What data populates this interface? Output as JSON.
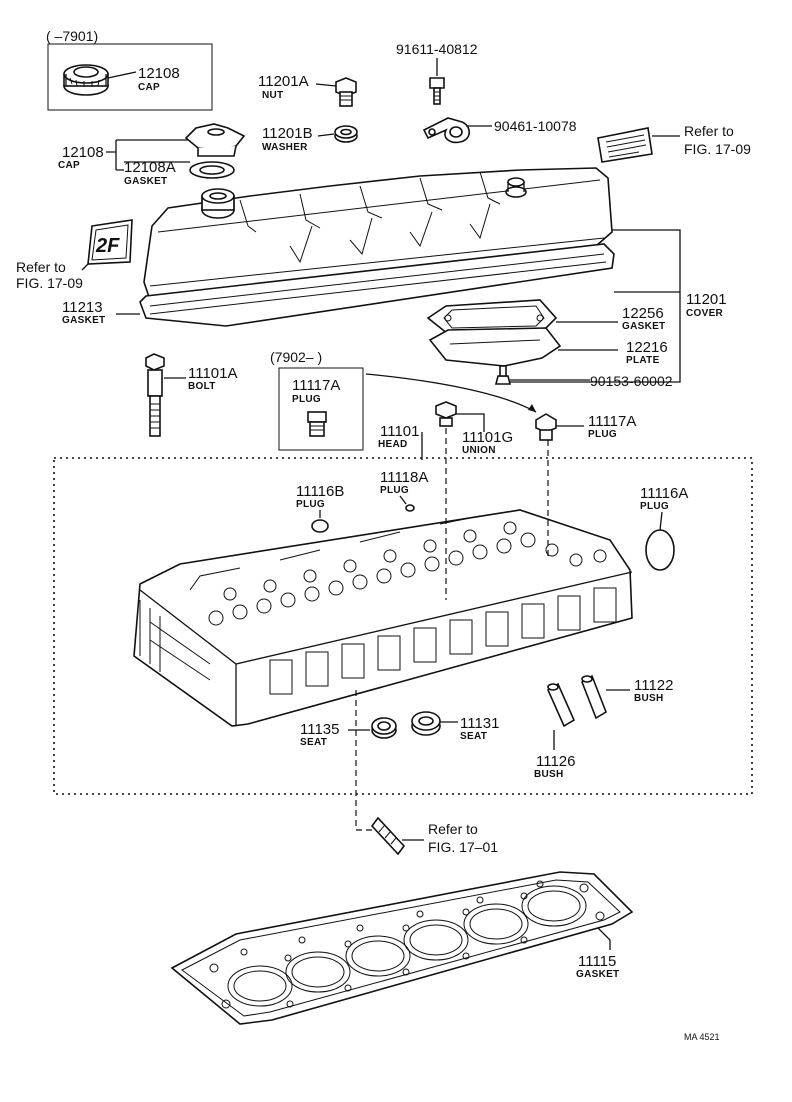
{
  "labels": {
    "range_old": "(      –7901)",
    "range_new": "(7902–      )",
    "p91611": "91611-40812",
    "p90461": "90461-10078",
    "p90153": "90153-60002",
    "p11201A": "11201A",
    "p11201A_sub": "NUT",
    "p11201B": "11201B",
    "p11201B_sub": "WASHER",
    "p12108_box": "12108",
    "p12108_box_sub": "CAP",
    "p12108": "12108",
    "p12108_sub": "CAP",
    "p12108A": "12108A",
    "p12108A_sub": "GASKET",
    "ref_top_1": "Refer to",
    "ref_top_2": "FIG. 17-09",
    "ref_left_1": "Refer to",
    "ref_left_2": "FIG. 17-09",
    "emblem_text": "2F",
    "p11213": "11213",
    "p11213_sub": "GASKET",
    "p11201": "11201",
    "p11201_sub": "COVER",
    "p12256": "12256",
    "p12256_sub": "GASKET",
    "p12216": "12216",
    "p12216_sub": "PLATE",
    "p11101A": "11101A",
    "p11101A_sub": "BOLT",
    "p11117A_box": "11117A",
    "p11117A_box_sub": "PLUG",
    "p11117A": "11117A",
    "p11117A_sub": "PLUG",
    "p11101": "11101",
    "p11101_sub": "HEAD",
    "p11101G": "11101G",
    "p11101G_sub": "UNION",
    "p11118A": "11118A",
    "p11118A_sub": "PLUG",
    "p11116B": "11116B",
    "p11116B_sub": "PLUG",
    "p11116A": "11116A",
    "p11116A_sub": "PLUG",
    "p11122": "11122",
    "p11122_sub": "BUSH",
    "p11126": "11126",
    "p11126_sub": "BUSH",
    "p11131": "11131",
    "p11131_sub": "SEAT",
    "p11135": "11135",
    "p11135_sub": "SEAT",
    "ref_bottom_1": "Refer to",
    "ref_bottom_2": "FIG. 17–01",
    "p11115": "11115",
    "p11115_sub": "GASKET",
    "code": "MA  4521"
  }
}
